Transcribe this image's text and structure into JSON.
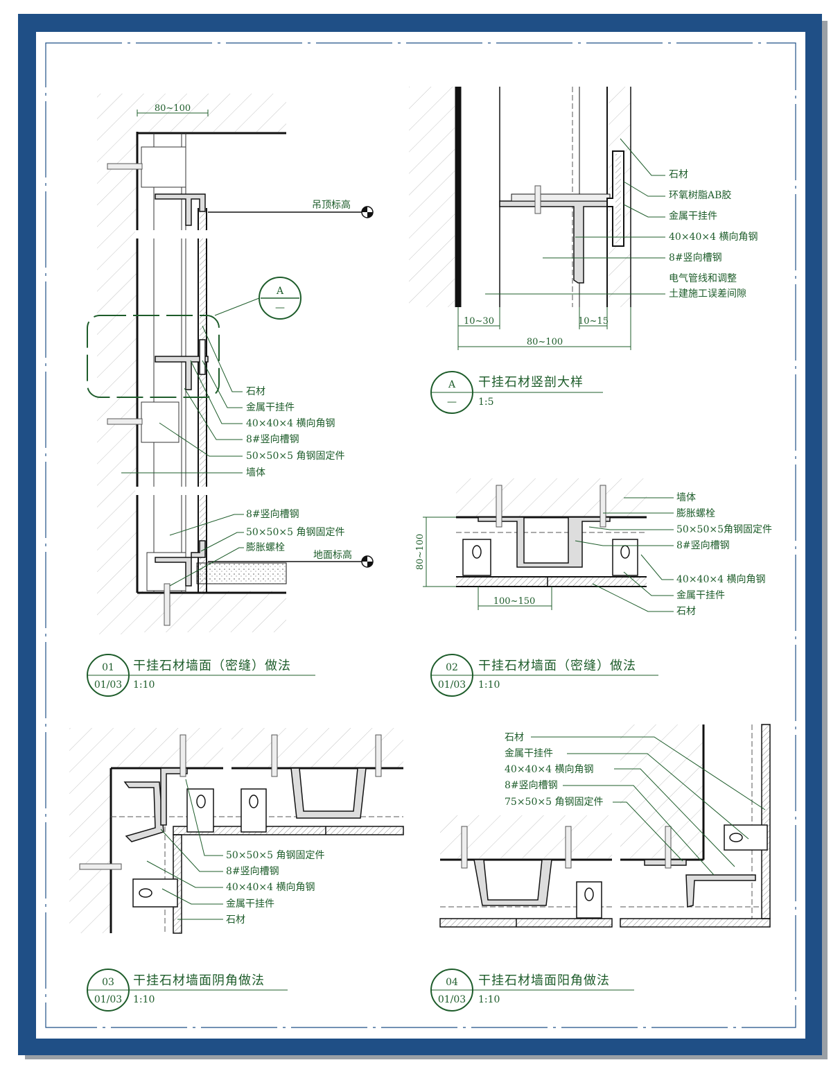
{
  "colors": {
    "frame": "#1f4f86",
    "ink": "#111111",
    "green": "#1d5c2a",
    "hatch": "#9a9a9a"
  },
  "detail01": {
    "labels": [
      "石材",
      "金属干挂件",
      "40×40×4 横向角钢",
      "8#竖向槽钢",
      "50×50×5 角钢固定件",
      "墙体"
    ],
    "labels_lower": [
      "8#竖向槽钢",
      "50×50×5 角钢固定件",
      "膨胀螺栓"
    ],
    "dim_top": "80~100",
    "ceiling_level": "吊顶标高",
    "floor_level": "地面标高",
    "callout_letter": "A",
    "callout_sub": "—",
    "title": {
      "num": "01",
      "ref": "01/03",
      "text": "干挂石材墙面（密缝）做法",
      "scale": "1:10"
    }
  },
  "detailA": {
    "labels": [
      "石材",
      "环氧树脂AB胶",
      "金属干挂件",
      "40×40×4 横向角钢",
      "8#竖向槽钢",
      "电气管线和调整",
      "土建施工误差间隙"
    ],
    "dims": [
      "10~30",
      "10~15",
      "80~100"
    ],
    "title": {
      "num": "A",
      "ref": "—",
      "text": "干挂石材竖剖大样",
      "scale": "1:5"
    }
  },
  "detail02": {
    "labels": [
      "墙体",
      "膨胀螺栓",
      "50×50×5角钢固定件",
      "8#竖向槽钢",
      "40×40×4 横向角钢",
      "金属干挂件",
      "石材"
    ],
    "dims": [
      "80~100",
      "100~150"
    ],
    "title": {
      "num": "02",
      "ref": "01/03",
      "text": "干挂石材墙面（密缝）做法",
      "scale": "1:10"
    }
  },
  "detail03": {
    "labels": [
      "50×50×5 角钢固定件",
      "8#竖向槽钢",
      "40×40×4 横向角钢",
      "金属干挂件",
      "石材"
    ],
    "title": {
      "num": "03",
      "ref": "01/03",
      "text": "干挂石材墙面阴角做法",
      "scale": "1:10"
    }
  },
  "detail04": {
    "labels": [
      "石材",
      "金属干挂件",
      "40×40×4 横向角钢",
      "8#竖向槽钢",
      "75×50×5 角钢固定件"
    ],
    "title": {
      "num": "04",
      "ref": "01/03",
      "text": "干挂石材墙面阳角做法",
      "scale": "1:10"
    }
  }
}
